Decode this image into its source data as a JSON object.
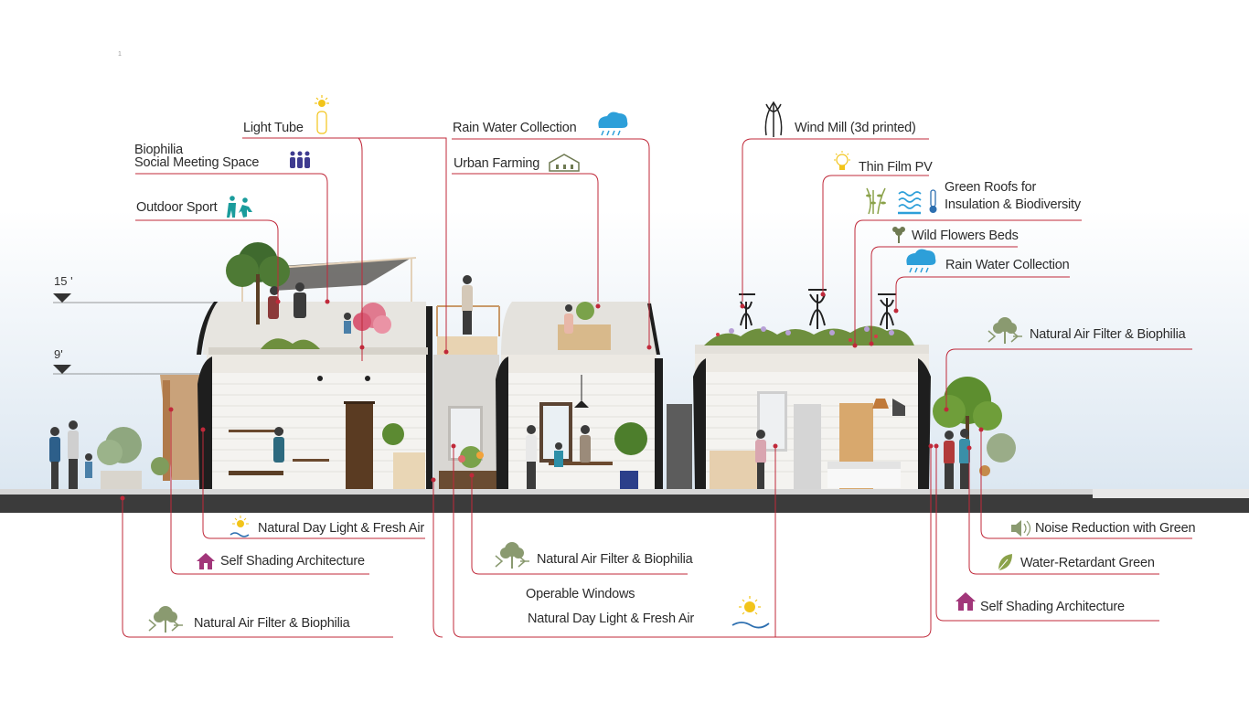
{
  "levels": {
    "upper": "15 '",
    "lower": "9'"
  },
  "page_marker": "1",
  "labels": {
    "light_tube": "Light Tube",
    "biophilia_line1": "Biophilia",
    "biophilia_line2": "Social Meeting Space",
    "outdoor_sport": "Outdoor Sport",
    "rain_water_top": "Rain Water Collection",
    "urban_farming": "Urban Farming",
    "wind_mill": "Wind Mill (3d printed)",
    "thin_film_pv": "Thin Film PV",
    "green_roofs_line1": "Green Roofs for",
    "green_roofs_line2": "Insulation & Biodiversity",
    "wild_flowers": "Wild Flowers Beds",
    "rain_water_right": "Rain Water Collection",
    "air_filter_right": "Natural Air Filter & Biophilia",
    "day_light_left": "Natural Day Light & Fresh Air",
    "self_shading_left": "Self Shading Architecture",
    "air_filter_left": "Natural Air Filter & Biophilia",
    "air_filter_center": "Natural Air Filter & Biophilia",
    "operable_windows": "Operable Windows",
    "day_light_center": "Natural Day Light & Fresh Air",
    "noise_reduction": "Noise Reduction with Green",
    "water_retardant": "Water-Retardant Green",
    "self_shading_right": "Self Shading Architecture"
  },
  "colors": {
    "leader_line": "#c0293a",
    "sky_top": "#ffffff",
    "sky_bottom": "#dfe9f2",
    "ground": "#3a3a3a",
    "wall": "#f1f0ec",
    "frame": "#1e1e1e",
    "green_icon": "#6f7a52",
    "blue_icon": "#2d9fd9",
    "purple_icon": "#3d3a8f",
    "teal_icon": "#1a9c9c",
    "magenta_icon": "#a2367a",
    "sun_icon": "#f2c419"
  },
  "icons": [
    "sun-tube-icon",
    "people-icon",
    "sport-icon",
    "rain-cloud-icon",
    "greenhouse-icon",
    "wind-mill-icon",
    "bulb-icon",
    "wheat-icon",
    "heat-waves-icon",
    "thermometer-icon",
    "flower-icon",
    "rain-cloud-icon",
    "air-tree-icon",
    "sun-wave-icon",
    "house-icon",
    "air-tree-icon",
    "air-tree-icon",
    "sun-wave-icon",
    "speaker-icon",
    "leaf-icon",
    "house-icon"
  ]
}
